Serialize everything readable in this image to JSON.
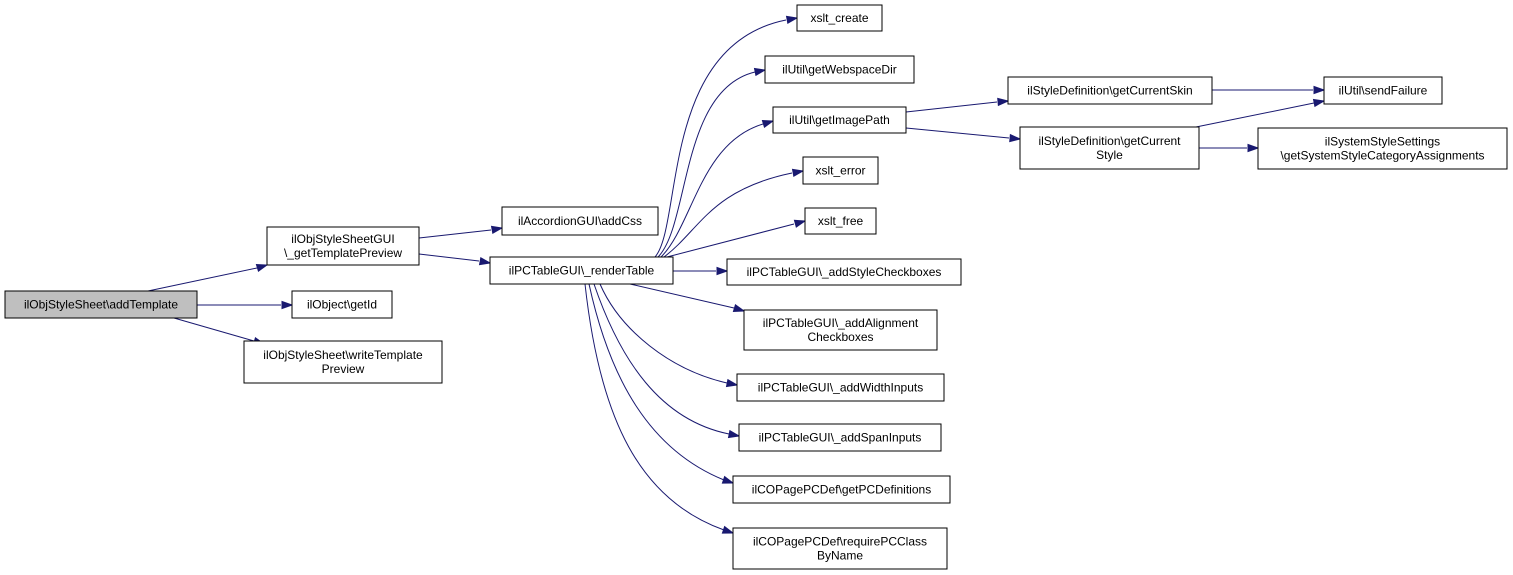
{
  "colors": {
    "edge": "#191970",
    "node_fill": "#ffffff",
    "root_fill": "#bfbfbf",
    "node_stroke": "#000000"
  },
  "nodes": [
    {
      "id": "n_addTemplate",
      "lines": [
        "ilObjStyleSheet\\addTemplate"
      ],
      "root": true
    },
    {
      "id": "n_getTemplatePreview",
      "lines": [
        "ilObjStyleSheetGUI",
        "\\_getTemplatePreview"
      ]
    },
    {
      "id": "n_getId",
      "lines": [
        "ilObject\\getId"
      ]
    },
    {
      "id": "n_writeTemplatePreview",
      "lines": [
        "ilObjStyleSheet\\writeTemplate",
        "Preview"
      ]
    },
    {
      "id": "n_addCss",
      "lines": [
        "ilAccordionGUI\\addCss"
      ]
    },
    {
      "id": "n_renderTable",
      "lines": [
        "ilPCTableGUI\\_renderTable"
      ]
    },
    {
      "id": "n_xslt_create",
      "lines": [
        "xslt_create"
      ]
    },
    {
      "id": "n_getWebspaceDir",
      "lines": [
        "ilUtil\\getWebspaceDir"
      ]
    },
    {
      "id": "n_getImagePath",
      "lines": [
        "ilUtil\\getImagePath"
      ]
    },
    {
      "id": "n_xslt_error",
      "lines": [
        "xslt_error"
      ]
    },
    {
      "id": "n_xslt_free",
      "lines": [
        "xslt_free"
      ]
    },
    {
      "id": "n_addStyleCheckboxes",
      "lines": [
        "ilPCTableGUI\\_addStyleCheckboxes"
      ]
    },
    {
      "id": "n_addAlignmentCheckboxes",
      "lines": [
        "ilPCTableGUI\\_addAlignment",
        "Checkboxes"
      ]
    },
    {
      "id": "n_addWidthInputs",
      "lines": [
        "ilPCTableGUI\\_addWidthInputs"
      ]
    },
    {
      "id": "n_addSpanInputs",
      "lines": [
        "ilPCTableGUI\\_addSpanInputs"
      ]
    },
    {
      "id": "n_getPCDefinitions",
      "lines": [
        "ilCOPagePCDef\\getPCDefinitions"
      ]
    },
    {
      "id": "n_requirePCClassByName",
      "lines": [
        "ilCOPagePCDef\\requirePCClass",
        "ByName"
      ]
    },
    {
      "id": "n_getCurrentSkin",
      "lines": [
        "ilStyleDefinition\\getCurrentSkin"
      ]
    },
    {
      "id": "n_getCurrentStyle",
      "lines": [
        "ilStyleDefinition\\getCurrent",
        "Style"
      ]
    },
    {
      "id": "n_sendFailure",
      "lines": [
        "ilUtil\\sendFailure"
      ]
    },
    {
      "id": "n_getSystemStyleCategoryAssignments",
      "lines": [
        "ilSystemStyleSettings",
        "\\getSystemStyleCategoryAssignments"
      ]
    }
  ],
  "edges": [
    {
      "from": "n_addTemplate",
      "to": "n_getTemplatePreview"
    },
    {
      "from": "n_addTemplate",
      "to": "n_getId"
    },
    {
      "from": "n_addTemplate",
      "to": "n_writeTemplatePreview"
    },
    {
      "from": "n_getTemplatePreview",
      "to": "n_addCss"
    },
    {
      "from": "n_getTemplatePreview",
      "to": "n_renderTable"
    },
    {
      "from": "n_renderTable",
      "to": "n_xslt_create"
    },
    {
      "from": "n_renderTable",
      "to": "n_getWebspaceDir"
    },
    {
      "from": "n_renderTable",
      "to": "n_getImagePath"
    },
    {
      "from": "n_renderTable",
      "to": "n_xslt_error"
    },
    {
      "from": "n_renderTable",
      "to": "n_xslt_free"
    },
    {
      "from": "n_renderTable",
      "to": "n_addStyleCheckboxes"
    },
    {
      "from": "n_renderTable",
      "to": "n_addAlignmentCheckboxes"
    },
    {
      "from": "n_renderTable",
      "to": "n_addWidthInputs"
    },
    {
      "from": "n_renderTable",
      "to": "n_addSpanInputs"
    },
    {
      "from": "n_renderTable",
      "to": "n_getPCDefinitions"
    },
    {
      "from": "n_renderTable",
      "to": "n_requirePCClassByName"
    },
    {
      "from": "n_getImagePath",
      "to": "n_getCurrentSkin"
    },
    {
      "from": "n_getImagePath",
      "to": "n_getCurrentStyle"
    },
    {
      "from": "n_getCurrentSkin",
      "to": "n_sendFailure"
    },
    {
      "from": "n_getCurrentStyle",
      "to": "n_sendFailure"
    },
    {
      "from": "n_getCurrentStyle",
      "to": "n_getSystemStyleCategoryAssignments"
    }
  ]
}
